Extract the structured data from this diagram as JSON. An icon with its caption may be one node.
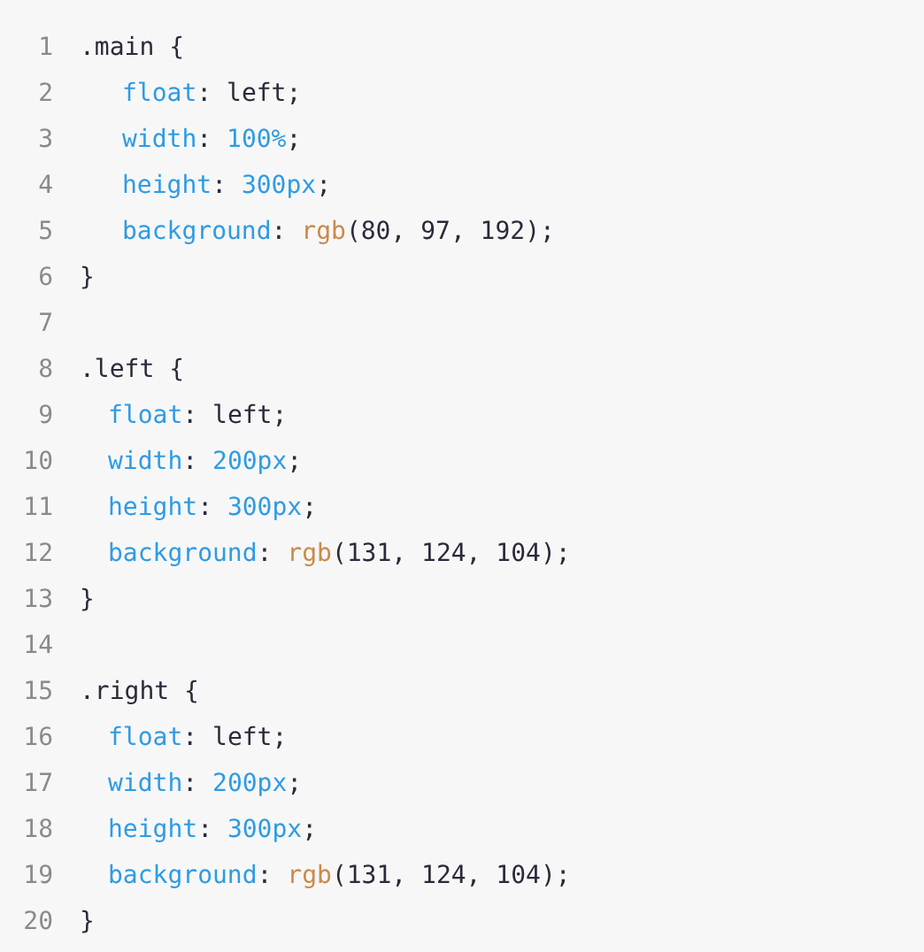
{
  "diagram": {
    "labels": [
      "1",
      ".main {",
      "2",
      "float: left;",
      "3",
      "width: 100%;",
      "4",
      "height: 300px;",
      "5",
      "background: rgb(80, 97, 192);",
      "6",
      "}",
      "7",
      "8",
      ".left {",
      "9",
      "float: left;",
      "10",
      "width: 200px;",
      "11",
      "height: 300px;",
      "12",
      "background: rgb(131, 124, 104);",
      "13",
      "}",
      "14",
      "15",
      ".right {",
      "16",
      "float: left;",
      "17",
      "width: 200px;",
      "18",
      "height: 300px;",
      "19",
      "background: rgb(131, 124, 104);",
      "20",
      "}"
    ]
  }
}
